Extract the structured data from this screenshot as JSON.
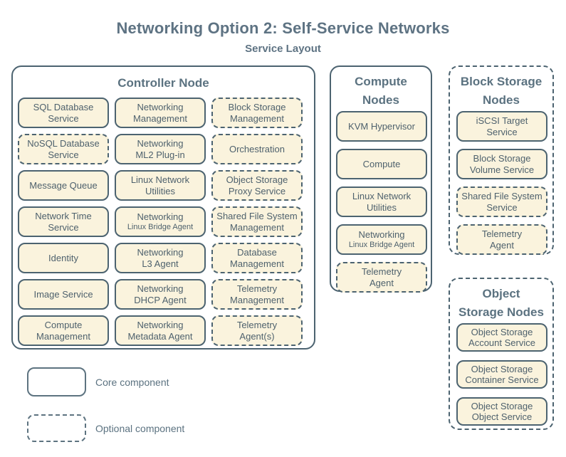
{
  "title": "Networking Option 2: Self-Service Networks",
  "subtitle": "Service Layout",
  "colors": {
    "background": "#ffffff",
    "box_fill": "#faf3dd",
    "border_slate": "#4c6370",
    "heading_text": "#5b7280",
    "title_text": "#5e7383",
    "box_text": "#4e616d"
  },
  "legend": {
    "core_label": "Core component",
    "optional_label": "Optional component"
  },
  "groups": [
    {
      "id": "controller",
      "title_lines": [
        "Controller Node"
      ],
      "border": "solid",
      "items": [
        {
          "lines": [
            "SQL Database",
            "Service"
          ],
          "type": "core"
        },
        {
          "lines": [
            "Networking",
            "Management"
          ],
          "type": "core"
        },
        {
          "lines": [
            "Block Storage",
            "Management"
          ],
          "type": "optional"
        },
        {
          "lines": [
            "NoSQL Database",
            "Service"
          ],
          "type": "optional"
        },
        {
          "lines": [
            "Networking",
            "ML2 Plug-in"
          ],
          "type": "core"
        },
        {
          "lines": [
            "Orchestration"
          ],
          "type": "optional"
        },
        {
          "lines": [
            "Message Queue"
          ],
          "type": "core"
        },
        {
          "lines": [
            "Linux Network",
            "Utilities"
          ],
          "type": "core"
        },
        {
          "lines": [
            "Object Storage",
            "Proxy Service"
          ],
          "type": "optional"
        },
        {
          "lines": [
            "Network Time",
            "Service"
          ],
          "type": "core"
        },
        {
          "lines": [
            "Networking",
            "Linux Bridge Agent"
          ],
          "type": "core",
          "small2": true
        },
        {
          "lines": [
            "Shared File System",
            "Management"
          ],
          "type": "optional"
        },
        {
          "lines": [
            "Identity"
          ],
          "type": "core"
        },
        {
          "lines": [
            "Networking",
            "L3 Agent"
          ],
          "type": "core"
        },
        {
          "lines": [
            "Database",
            "Management"
          ],
          "type": "optional"
        },
        {
          "lines": [
            "Image Service"
          ],
          "type": "core"
        },
        {
          "lines": [
            "Networking",
            "DHCP Agent"
          ],
          "type": "core"
        },
        {
          "lines": [
            "Telemetry",
            "Management"
          ],
          "type": "optional"
        },
        {
          "lines": [
            "Compute",
            "Management"
          ],
          "type": "core"
        },
        {
          "lines": [
            "Networking",
            "Metadata Agent"
          ],
          "type": "core"
        },
        {
          "lines": [
            "Telemetry",
            "Agent(s)"
          ],
          "type": "optional"
        }
      ]
    },
    {
      "id": "compute",
      "title_lines": [
        "Compute",
        "Nodes"
      ],
      "border": "solid",
      "items": [
        {
          "lines": [
            "KVM Hypervisor"
          ],
          "type": "core"
        },
        {
          "lines": [
            "Compute"
          ],
          "type": "core"
        },
        {
          "lines": [
            "Linux Network",
            "Utilities"
          ],
          "type": "core"
        },
        {
          "lines": [
            "Networking",
            "Linux Bridge Agent"
          ],
          "type": "core",
          "small2": true
        },
        {
          "lines": [
            "Telemetry",
            "Agent"
          ],
          "type": "optional"
        }
      ]
    },
    {
      "id": "block",
      "title_lines": [
        "Block Storage",
        "Nodes"
      ],
      "border": "dashed",
      "items": [
        {
          "lines": [
            "iSCSI Target",
            "Service"
          ],
          "type": "core"
        },
        {
          "lines": [
            "Block Storage",
            "Volume Service"
          ],
          "type": "core"
        },
        {
          "lines": [
            "Shared File System",
            "Service"
          ],
          "type": "optional"
        },
        {
          "lines": [
            "Telemetry",
            "Agent"
          ],
          "type": "optional"
        }
      ]
    },
    {
      "id": "object",
      "title_lines": [
        "Object",
        "Storage Nodes"
      ],
      "border": "dashed",
      "items": [
        {
          "lines": [
            "Object Storage",
            "Account Service"
          ],
          "type": "core"
        },
        {
          "lines": [
            "Object Storage",
            "Container Service"
          ],
          "type": "core"
        },
        {
          "lines": [
            "Object Storage",
            "Object Service"
          ],
          "type": "core"
        }
      ]
    }
  ]
}
